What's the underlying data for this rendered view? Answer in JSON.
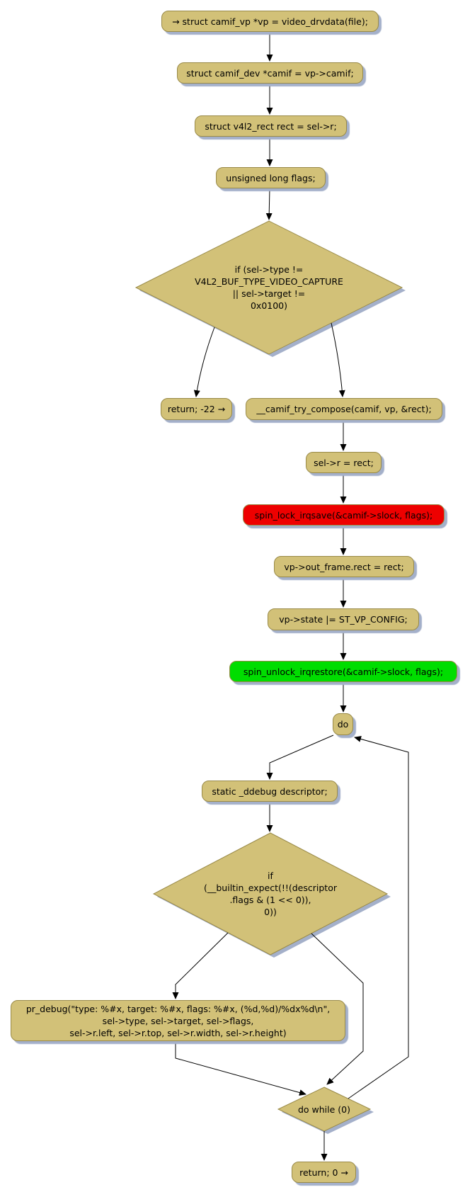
{
  "diagram_title": "camif flowchart",
  "colors": {
    "background": "#ffffff",
    "node_fill": "#d2c178",
    "node_border": "#998a48",
    "node_shadow": "#a4b0ca",
    "edge": "#000000",
    "text": "#000000",
    "lock_fill": "#ee0000",
    "unlock_fill": "#00dd00"
  },
  "nodes": {
    "entry": "→ struct camif_vp *vp = video_drvdata(file);",
    "camif_dev": "struct camif_dev *camif = vp->camif;",
    "v4l2_rect": "struct v4l2_rect rect = sel->r;",
    "flags_decl": "unsigned long flags;",
    "if_type_target": "if (sel->type !=\nV4L2_BUF_TYPE_VIDEO_CAPTURE\n|| sel->target !=\n0x0100)",
    "return_einval": "return; -22 →",
    "try_compose": "__camif_try_compose(camif, vp, &rect);",
    "sel_r_assign": "sel->r = rect;",
    "spin_lock": "spin_lock_irqsave(&camif->slock, flags);",
    "out_frame_rect": "vp->out_frame.rect = rect;",
    "vp_state": "vp->state |= ST_VP_CONFIG;",
    "spin_unlock": "spin_unlock_irqrestore(&camif->slock, flags);",
    "do_begin": "do",
    "ddebug_descriptor": "static _ddebug descriptor;",
    "if_builtin_expect": "if\n(__builtin_expect(!!(descriptor\n.flags & (1 << 0)),\n0))",
    "pr_debug": "pr_debug(\"type: %#x, target: %#x, flags: %#x, (%d,%d)/%dx%d\\n\",\nsel->type, sel->target, sel->flags,\nsel->r.left, sel->r.top, sel->r.width, sel->r.height)",
    "do_while": "do while (0)",
    "return_zero": "return; 0 →"
  }
}
